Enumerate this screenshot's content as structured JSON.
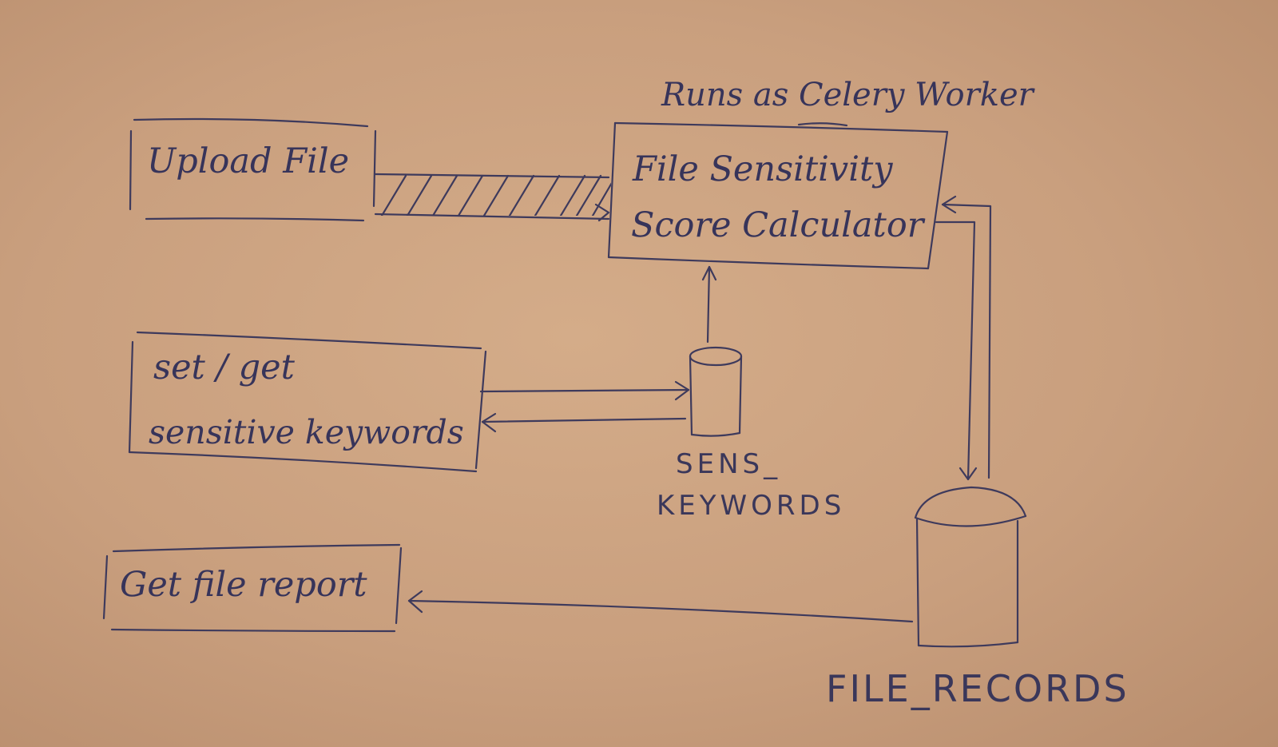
{
  "annotation": "Runs as Celery Worker",
  "nodes": {
    "upload_file": "Upload File",
    "calculator_line1": "File Sensitivity",
    "calculator_line2": "Score Calculator",
    "keywords_line1": "set / get",
    "keywords_line2": "sensitive keywords",
    "file_report": "Get file report"
  },
  "stores": {
    "sens_keywords_line1": "SENS_",
    "sens_keywords_line2": "KEYWORDS",
    "file_records": "FILE_RECORDS"
  },
  "colors": {
    "paper": "#cfa584",
    "ink": "#3e3a5c"
  }
}
